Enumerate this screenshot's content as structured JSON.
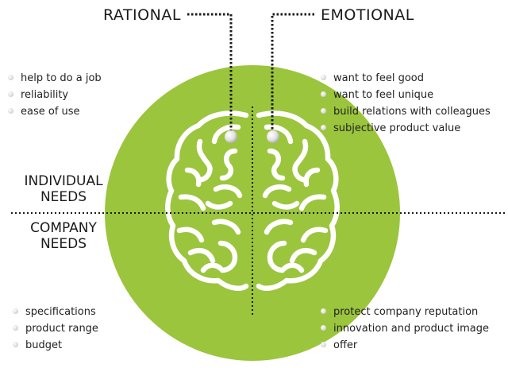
{
  "labels": {
    "rational": "RATIONAL",
    "emotional": "EMOTIONAL",
    "individual_line1": "INDIVIDUAL",
    "individual_line2": "NEEDS",
    "company_line1": "COMPANY",
    "company_line2": "NEEDS"
  },
  "quadrants": {
    "rational_individual": [
      "help to do a job",
      "reliability",
      "ease of use"
    ],
    "emotional_individual": [
      "want to feel good",
      "want to feel unique",
      "build relations with colleagues",
      "subjective product value"
    ],
    "rational_company": [
      "specifications",
      "product range",
      "budget"
    ],
    "emotional_company": [
      "protect company reputation",
      "innovation and product image",
      "offer"
    ]
  },
  "colors": {
    "circle": "#9bc53d",
    "brain": "#ffffff",
    "axis": "#1a1a1a",
    "text": "#1a1a1a"
  },
  "icons": {
    "center": "brain-icon",
    "bullet": "bullet-dot-icon",
    "pointer": "pointer-knob-icon"
  }
}
